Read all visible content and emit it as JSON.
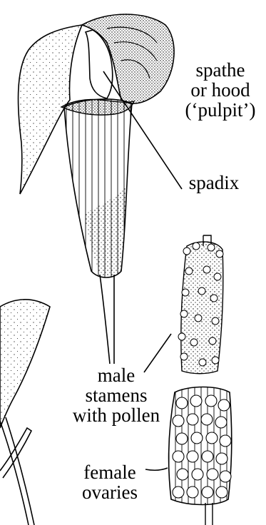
{
  "labels": {
    "spathe": {
      "line1": "spathe",
      "line2": "or hood",
      "line3": "(‘pulpit’)"
    },
    "spadix": "spadix",
    "male": {
      "line1": "male",
      "line2": "stamens",
      "line3": "with pollen"
    },
    "female": {
      "line1": "female",
      "line2": "ovaries"
    }
  },
  "colors": {
    "ink": "#000000",
    "paper": "#ffffff"
  }
}
